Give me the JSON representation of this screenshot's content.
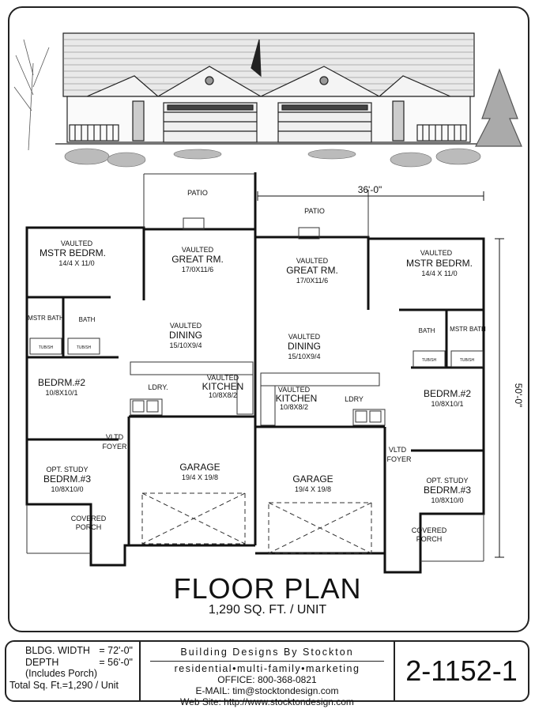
{
  "plan": {
    "title": "FLOOR PLAN",
    "subtitle": "1,290 SQ. FT. / UNIT",
    "dimensions": {
      "width": "36'-0\"",
      "depth": "50'-0\""
    },
    "unit_left": {
      "patio": "PATIO",
      "rooms": [
        {
          "id": "mstr",
          "label": "VAULTED",
          "name": "MSTR BEDRM.",
          "size": "14/4 X 11/0"
        },
        {
          "id": "great",
          "label": "VAULTED",
          "name": "GREAT RM.",
          "size": "17/0X11/6"
        },
        {
          "id": "dining",
          "label": "VAULTED",
          "name": "DINING",
          "size": "15/10X9/4"
        },
        {
          "id": "kitchen",
          "label": "VAULTED",
          "name": "KITCHEN",
          "size": "10/8X8/2"
        },
        {
          "id": "bed2",
          "label": "",
          "name": "BEDRM.#2",
          "size": "10/8X10/1"
        },
        {
          "id": "bed3",
          "label": "OPT. STUDY",
          "name": "BEDRM.#3",
          "size": "10/8X10/0"
        },
        {
          "id": "garage",
          "label": "",
          "name": "GARAGE",
          "size": "19/4 X 19/8"
        }
      ],
      "mstr_bath": "MSTR BATH",
      "bath": "BATH",
      "laundry": "LDRY.",
      "foyer": [
        "VLTD",
        "FOYER"
      ],
      "porch": [
        "COVERED",
        "PORCH"
      ],
      "tub": "TUB/SH"
    },
    "unit_right": {
      "patio": "PATIO",
      "rooms": [
        {
          "id": "mstr",
          "label": "VAULTED",
          "name": "MSTR BEDRM.",
          "size": "14/4 X 11/0"
        },
        {
          "id": "great",
          "label": "VAULTED",
          "name": "GREAT RM.",
          "size": "17/0X11/6"
        },
        {
          "id": "dining",
          "label": "VAULTED",
          "name": "DINING",
          "size": "15/10X9/4"
        },
        {
          "id": "kitchen",
          "label": "VAULTED",
          "name": "KITCHEN",
          "size": "10/8X8/2"
        },
        {
          "id": "bed2",
          "label": "",
          "name": "BEDRM.#2",
          "size": "10/8X10/1"
        },
        {
          "id": "bed3",
          "label": "OPT. STUDY",
          "name": "BEDRM.#3",
          "size": "10/8X10/0"
        },
        {
          "id": "garage",
          "label": "",
          "name": "GARAGE",
          "size": "19/4 X 19/8"
        }
      ],
      "mstr_bath": "MSTR BATH",
      "bath": "BATH",
      "laundry": "LDRY",
      "foyer": [
        "VLTD",
        "FOYER"
      ],
      "porch": [
        "COVERED",
        "PORCH"
      ],
      "tub": "TUB/SH"
    }
  },
  "title_block": {
    "specs": [
      {
        "k": "BLDG. WIDTH",
        "v": "= 72'-0\""
      },
      {
        "k": "DEPTH",
        "v": "= 56'-0\""
      }
    ],
    "porch_note": "(Includes Porch)",
    "total": "Total Sq. Ft.=1,290 / Unit",
    "firm": "Building Designs By Stockton",
    "tagline": "residential•multi-family•marketing",
    "office": "OFFICE:  800-368-0821",
    "email": "E-MAIL:  tim@stocktondesign.com",
    "web": "Web Site:    http://www.stocktondesign.com",
    "plan_number": "2-1152-1"
  }
}
